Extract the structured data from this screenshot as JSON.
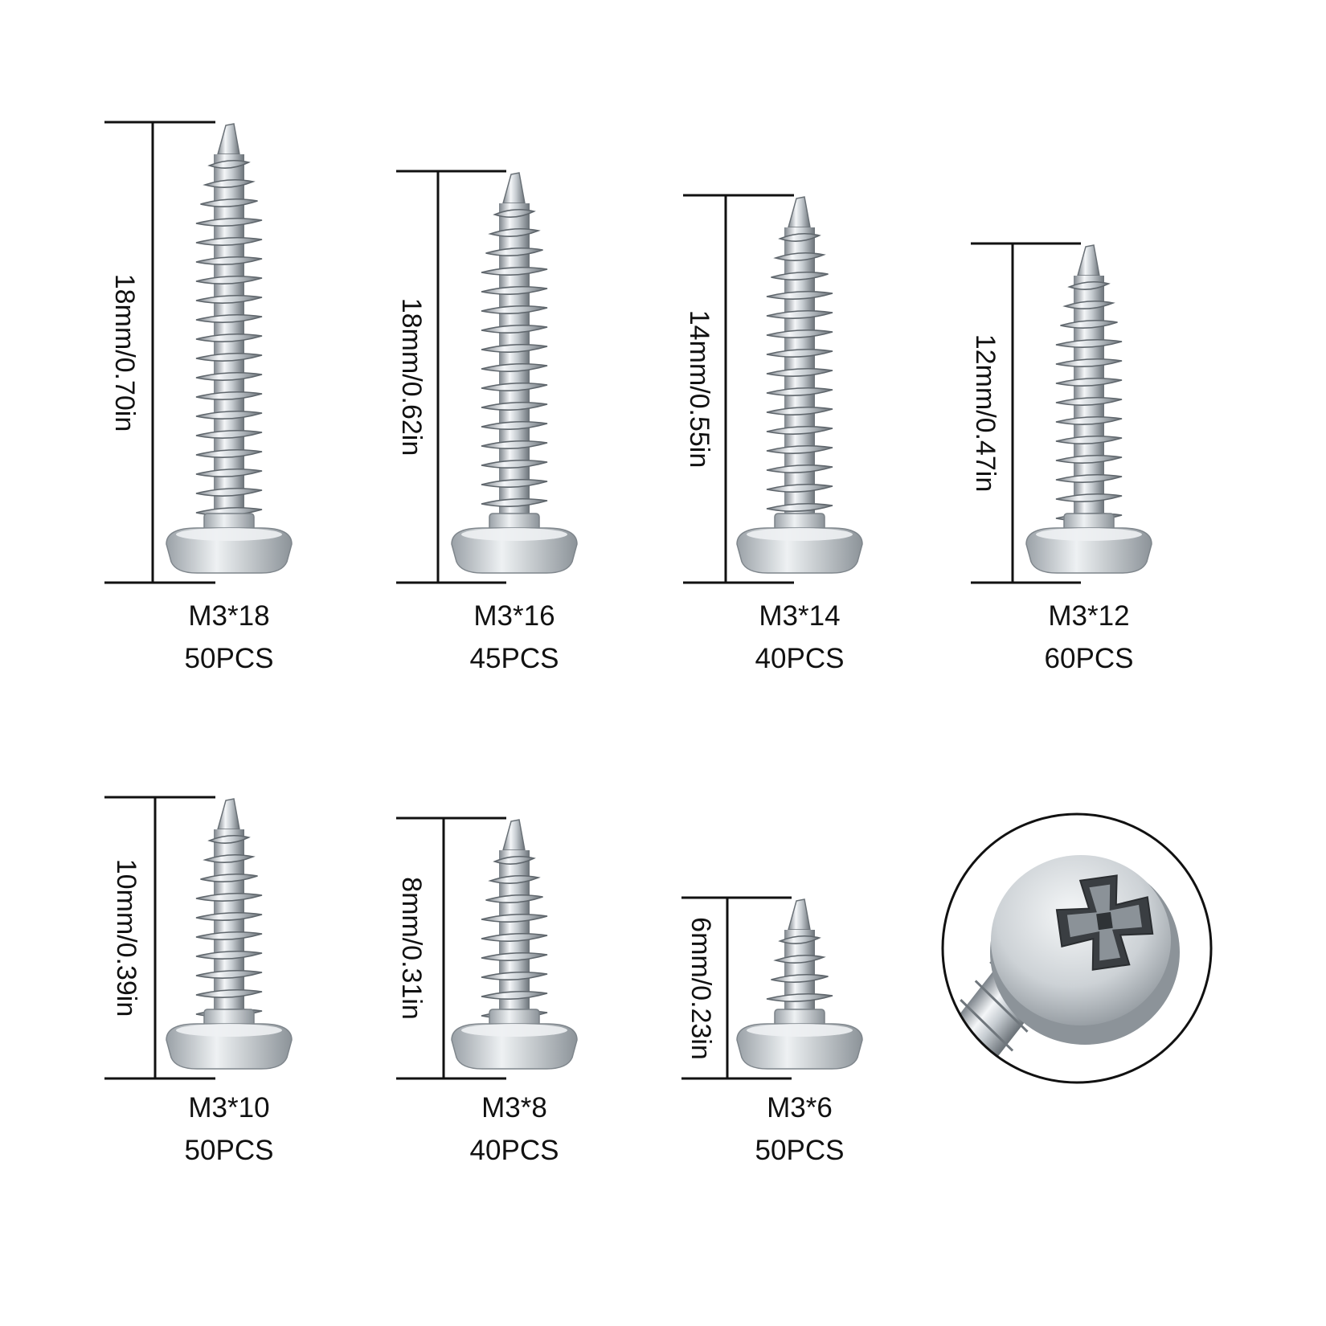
{
  "colors": {
    "ink": "#111111",
    "steel_light": "#f2f4f6",
    "steel_mid": "#b8bec4",
    "steel_dark": "#6f767c",
    "recess": "#3a3e42"
  },
  "screws": [
    {
      "dimension": "18mm/0.70in",
      "model": "M3*18",
      "quantity": "50PCS"
    },
    {
      "dimension": "18mm/0.62in",
      "model": "M3*16",
      "quantity": "45PCS"
    },
    {
      "dimension": "14mm/0.55in",
      "model": "M3*14",
      "quantity": "40PCS"
    },
    {
      "dimension": "12mm/0.47in",
      "model": "M3*12",
      "quantity": "60PCS"
    },
    {
      "dimension": "10mm/0.39in",
      "model": "M3*10",
      "quantity": "50PCS"
    },
    {
      "dimension": "8mm/0.31in",
      "model": "M3*8",
      "quantity": "40PCS"
    },
    {
      "dimension": "6mm/0.23in",
      "model": "M3*6",
      "quantity": "50PCS"
    }
  ],
  "head_detail": {
    "icon": "phillips-head-closeup-icon"
  }
}
